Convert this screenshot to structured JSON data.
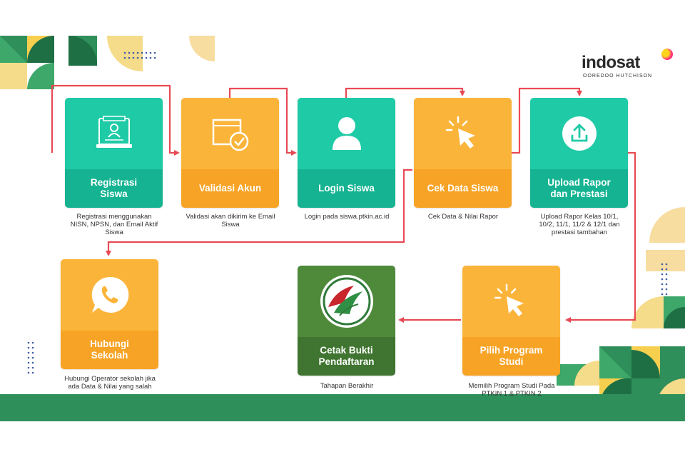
{
  "logo": {
    "brand": "indosat",
    "subtitle": "OOREDOO HUTCHISON"
  },
  "colors": {
    "teal": "#1fcaa6",
    "orange": "#fbb43a",
    "dark_green": "#4f8a3b",
    "arrow": "#e84a55",
    "band": "#2f8f5b"
  },
  "steps": [
    {
      "title": "Registrasi\nSiswa",
      "caption": "Registrasi menggunakan\nNISN, NPSN, dan Email Aktif\nSiswa",
      "icon": "registration-form-icon",
      "color": "teal"
    },
    {
      "title": "Validasi Akun",
      "caption": "Validasi akan dikirim ke Email\nSiswa",
      "icon": "account-validated-icon",
      "color": "orange"
    },
    {
      "title": "Login Siswa",
      "caption": "Login pada siswa.ptkin.ac.id",
      "icon": "user-icon",
      "color": "teal"
    },
    {
      "title": "Cek Data Siswa",
      "caption": "Cek Data & Nilai Rapor",
      "icon": "cursor-click-icon",
      "color": "orange"
    },
    {
      "title": "Upload Rapor\ndan Prestasi",
      "caption": "Upload Rapor Kelas 10/1,\n10/2, 11/1, 11/2 & 12/1 dan\nprestasi tambahan",
      "icon": "upload-icon",
      "color": "teal"
    },
    {
      "title": "Hubungi\nSekolah",
      "caption": "Hubungi Operator sekolah jika\nada Data & Nilai yang salah",
      "icon": "whatsapp-icon",
      "color": "orange"
    },
    {
      "title": "Cetak Bukti\nPendaftaran",
      "caption": "Tahapan Berakhir",
      "icon": "ptkin-emblem-icon",
      "color": "dark_green"
    },
    {
      "title": "Pilih Program\nStudi",
      "caption": "Memilih Program Studi Pada\nPTKIN 1 & PTKIN 2",
      "icon": "cursor-click-icon",
      "color": "orange"
    }
  ]
}
